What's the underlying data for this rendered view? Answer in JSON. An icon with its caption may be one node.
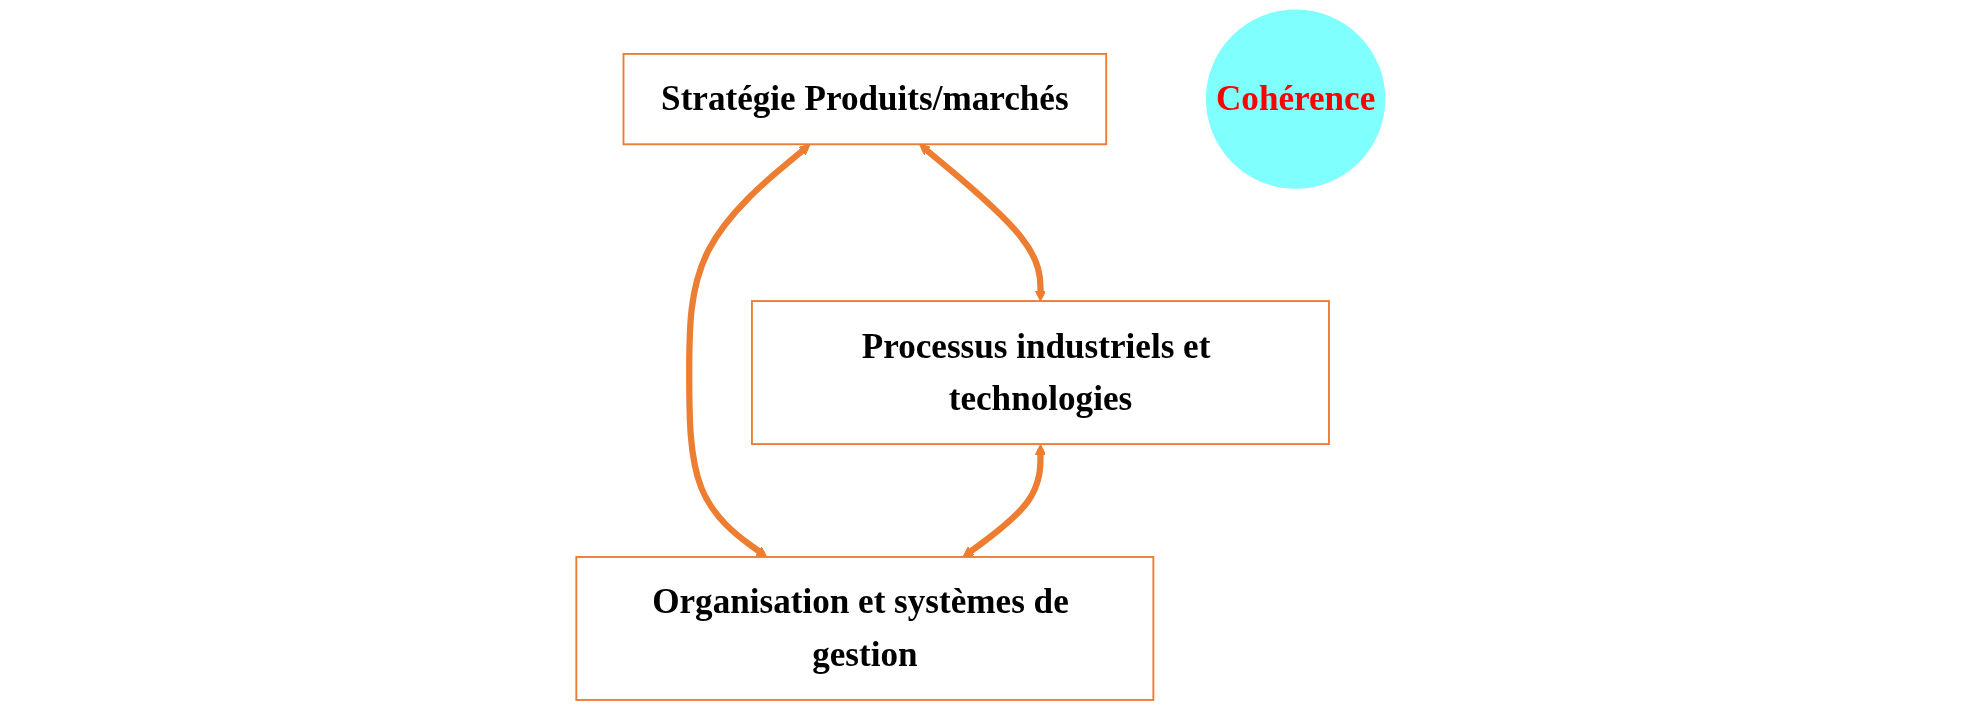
{
  "diagram": {
    "nodes": [
      {
        "text": [
          "Stratégie Produits/marchés"
        ]
      },
      {
        "text": [
          "Cohérence"
        ]
      },
      {
        "text": [
          "Processus industriels et technologies"
        ]
      },
      {
        "text": [
          "Organisation et systèmes de gestion"
        ]
      }
    ],
    "edges": [
      {
        "from": 0,
        "to": 2,
        "arrow": "both"
      },
      {
        "from": 0,
        "to": 3,
        "arrow": "both"
      },
      {
        "from": 2,
        "to": 3,
        "arrow": "both"
      }
    ]
  }
}
